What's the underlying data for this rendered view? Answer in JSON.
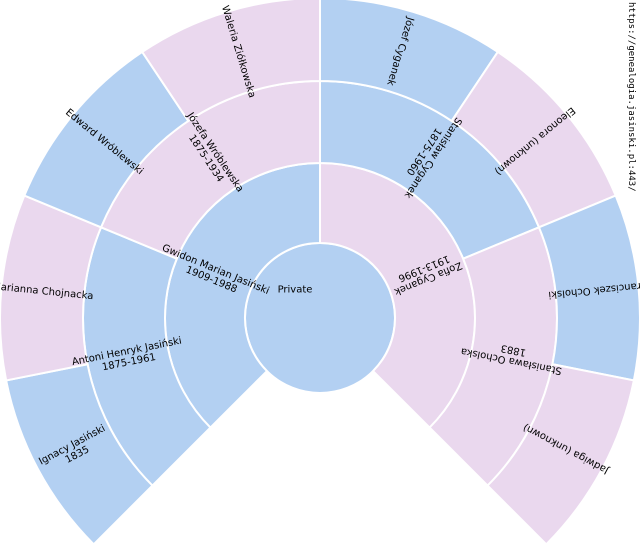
{
  "colors": {
    "male": "#b3d0f2",
    "female": "#ead8ee",
    "border": "#ffffff",
    "text": "#000000"
  },
  "root": {
    "name": "Private",
    "dates": "",
    "sex": "male"
  },
  "parents": [
    {
      "name": "Gwidon Marian Jasiński",
      "dates": "1909-1988",
      "sex": "male"
    },
    {
      "name": "Zofia Cyganek",
      "dates": "1913-1996",
      "sex": "female"
    }
  ],
  "grandparents": [
    {
      "name": "Antoni Henryk Jasiński",
      "dates": "1875-1961",
      "sex": "male"
    },
    {
      "name": "Józefa Wróblewska",
      "dates": "1875-1934",
      "sex": "female"
    },
    {
      "name": "Stanisław Cyganek",
      "dates": "1875-1960",
      "sex": "male"
    },
    {
      "name": "Stanisława Ocholska",
      "dates": "1883",
      "sex": "female"
    }
  ],
  "great_grandparents": [
    {
      "name": "Ignacy Jasiński",
      "dates": "1835",
      "sex": "male"
    },
    {
      "name": "Marianna Chojnacka",
      "dates": "",
      "sex": "female"
    },
    {
      "name": "Edward Wróblewski",
      "dates": "",
      "sex": "male"
    },
    {
      "name": "Waleria Ziółkowska",
      "dates": "",
      "sex": "female"
    },
    {
      "name": "Józef Cyganek",
      "dates": "",
      "sex": "male"
    },
    {
      "name": "Eleonora (unknown)",
      "dates": "",
      "sex": "female"
    },
    {
      "name": "Franciszek Ocholski",
      "dates": "",
      "sex": "male"
    },
    {
      "name": "Jadwiga (unknown)",
      "dates": "",
      "sex": "female"
    }
  ],
  "source_url": "https://genealogia.jasinski.pl:443/"
}
